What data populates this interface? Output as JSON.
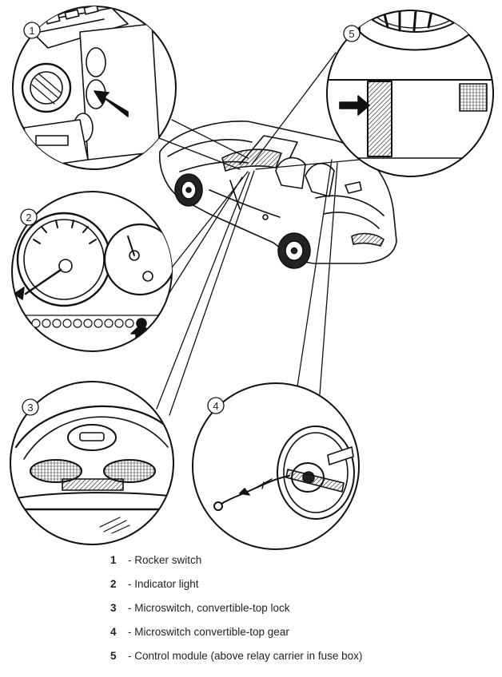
{
  "callouts": [
    {
      "number": "1"
    },
    {
      "number": "2"
    },
    {
      "number": "3"
    },
    {
      "number": "4"
    },
    {
      "number": "5"
    }
  ],
  "legend": [
    {
      "number": "1",
      "text": "- Rocker switch"
    },
    {
      "number": "2",
      "text": "- Indicator light"
    },
    {
      "number": "3",
      "text": "- Microswitch, convertible-top lock"
    },
    {
      "number": "4",
      "text": "- Microswitch convertible-top gear"
    },
    {
      "number": "5",
      "text": "- Control module (above relay carrier in fuse box)"
    }
  ]
}
